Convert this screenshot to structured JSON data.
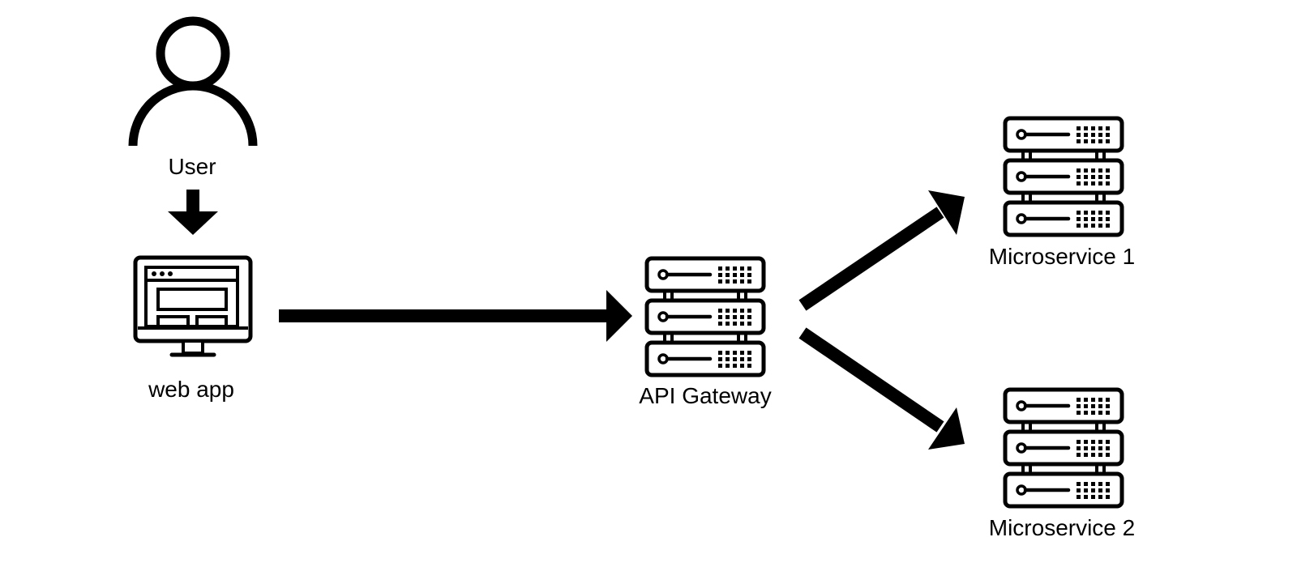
{
  "nodes": {
    "user": {
      "label": "User",
      "icon": "user-icon"
    },
    "web_app": {
      "label": "web app",
      "icon": "monitor-icon"
    },
    "api_gateway": {
      "label": "API Gateway",
      "icon": "server-rack-icon"
    },
    "microservice_1": {
      "label": "Microservice 1",
      "icon": "server-rack-icon"
    },
    "microservice_2": {
      "label": "Microservice 2",
      "icon": "server-rack-icon"
    }
  },
  "edges": [
    {
      "from": "user",
      "to": "web_app"
    },
    {
      "from": "web_app",
      "to": "api_gateway"
    },
    {
      "from": "api_gateway",
      "to": "microservice_1"
    },
    {
      "from": "api_gateway",
      "to": "microservice_2"
    }
  ],
  "colors": {
    "stroke": "#000000",
    "background": "#ffffff"
  }
}
